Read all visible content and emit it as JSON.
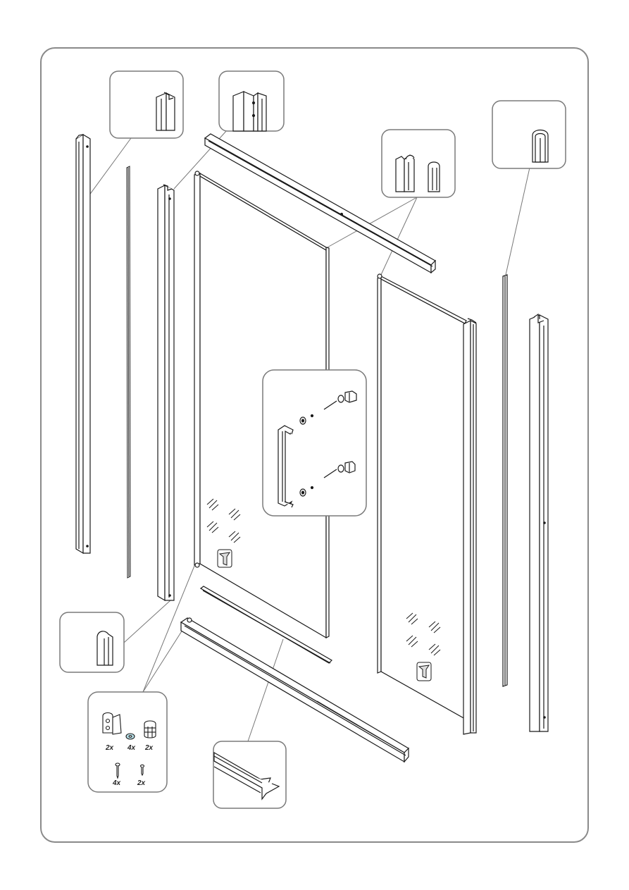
{
  "hardware_kit": {
    "quantities": {
      "bracket": "2x",
      "washer": "4x",
      "nut": "2x",
      "long_screw": "4x",
      "short_screw": "2x"
    }
  },
  "colors": {
    "line": "#1a1a1a",
    "frame": "#8a8a8a",
    "callout": "#7a7a7a"
  }
}
